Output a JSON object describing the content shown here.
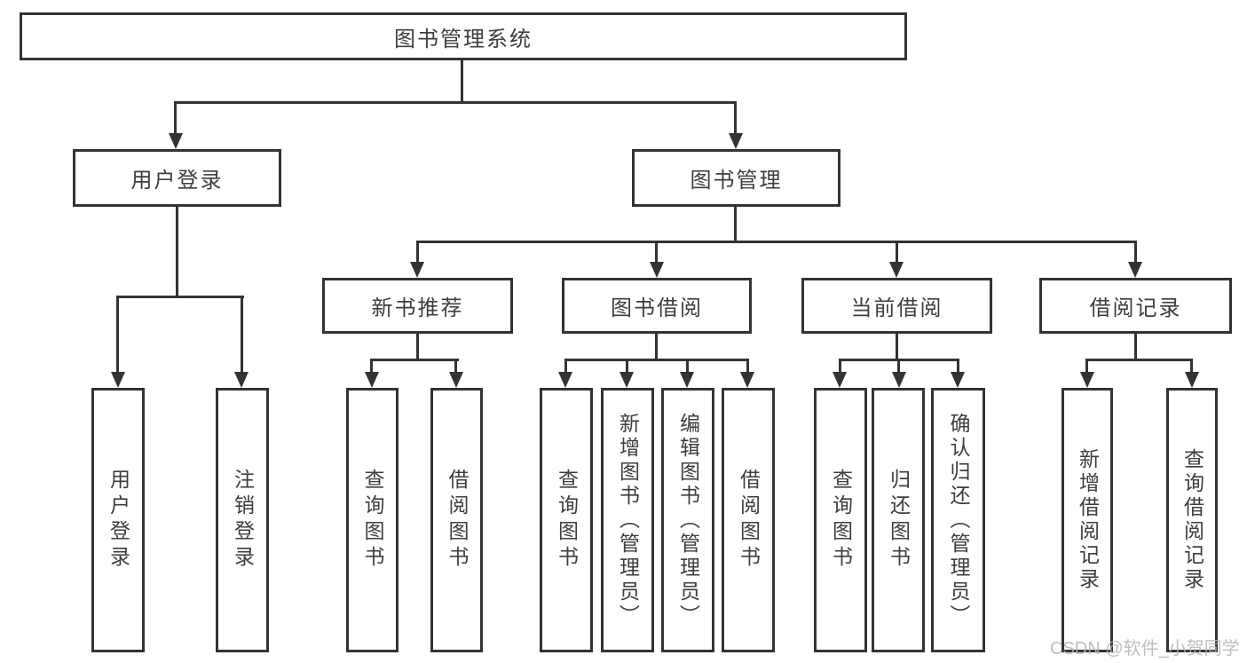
{
  "diagram": {
    "root": "图书管理系统",
    "user_login": {
      "label": "用户登录",
      "children": {
        "login": "用户登录",
        "logout": "注销登录"
      }
    },
    "book_mgmt": {
      "label": "图书管理",
      "children": {
        "new_books": {
          "label": "新书推荐",
          "children": {
            "query": "查询图书",
            "borrow": "借阅图书"
          }
        },
        "book_borrow": {
          "label": "图书借阅",
          "children": {
            "query": "查询图书",
            "add": "新增图书（管理员）",
            "edit": "编辑图书（管理员）",
            "borrow": "借阅图书"
          }
        },
        "current_borrow": {
          "label": "当前借阅",
          "children": {
            "query": "查询图书",
            "return": "归还图书",
            "confirm": "确认归还（管理员）"
          }
        },
        "borrow_records": {
          "label": "借阅记录",
          "children": {
            "add": "新增借阅记录",
            "query": "查询借阅记录"
          }
        }
      }
    },
    "watermark": "CSDN @软件_小贺同学",
    "colors": {
      "line": "#333333",
      "text": "#3d3d42",
      "watermark": "#b3b3b3",
      "background": "#ffffff"
    }
  }
}
